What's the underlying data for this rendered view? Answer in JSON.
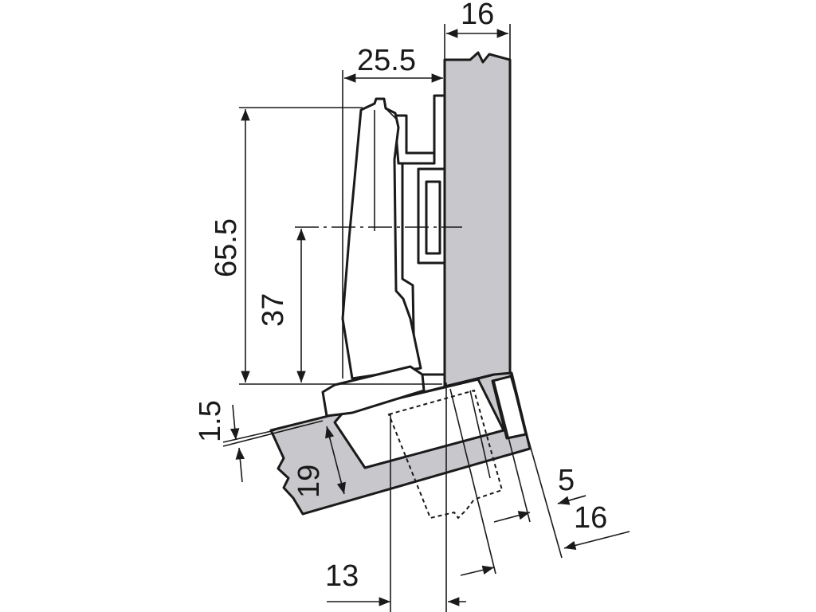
{
  "dimensions": {
    "side_thickness": "16",
    "cup_offset": "25.5",
    "hinge_height": "65.5",
    "center_height": "37",
    "gap": "1.5",
    "door_thickness": "19",
    "bottom_offset": "13",
    "edge_small": "5",
    "edge_large": "16"
  },
  "colors": {
    "panel": "#c8c8cc",
    "line": "#1a1a1a",
    "background": "#ffffff"
  }
}
